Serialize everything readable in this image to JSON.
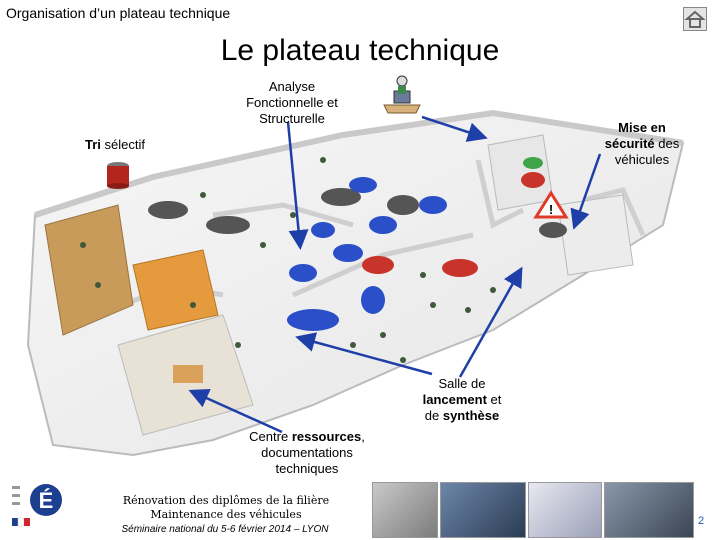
{
  "header": {
    "section_title": "Organisation d’un plateau technique",
    "main_title": "Le plateau technique"
  },
  "labels": {
    "analyse": [
      "Analyse",
      "Fonctionnelle et",
      "Structurelle"
    ],
    "tri": {
      "bold": "Tri",
      "rest": " sélectif"
    },
    "mise": {
      "bold1": "Mise en",
      "bold2": "sécurité",
      "rest2": " des",
      "line3": "véhicules"
    },
    "salle": {
      "line1": "Salle de",
      "bold": "lancement",
      "rest2": " et",
      "pre3": "de ",
      "bold3": "synthèse"
    },
    "centre": {
      "pre": "Centre ",
      "bold": "ressources",
      "post": ",",
      "line2": "documentations",
      "line3": "techniques"
    }
  },
  "footer": {
    "line1": "Rénovation des diplômes de la filière",
    "line2": "Maintenance des véhicules",
    "line3": "Séminaire national du 5-6 février 2014 – LYON",
    "page_number": "2"
  },
  "colors": {
    "arrow": "#1f3fa8",
    "car_blue": "#2a4fc9",
    "car_red": "#c8342a",
    "floor": "#f1f1f1",
    "wall": "#d2d2d2"
  },
  "icons": [
    "home-icon",
    "computer-user-icon",
    "recycling-bin-icon",
    "warning-sign-icon"
  ]
}
